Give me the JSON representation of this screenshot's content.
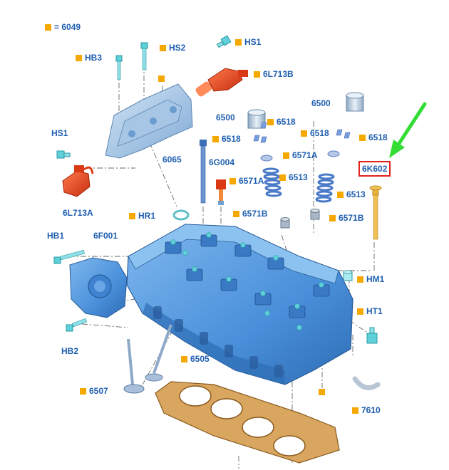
{
  "legend": {
    "text": "= 6049"
  },
  "callouts": {
    "hb3": "HB3",
    "hs2": "HS2",
    "hs1_top": "HS1",
    "l713b": "6L713B",
    "hs1_left": "HS1",
    "l713a": "6L713A",
    "c6500_left": "6500",
    "c6518_a": "6518",
    "c6518_b": "6518",
    "c6500_right": "6500",
    "c6518_c": "6518",
    "c6518_d": "6518",
    "c6571a_right": "6571A",
    "c6065": "6065",
    "g004": "6G004",
    "c6571a_left": "6571A",
    "c6513_left": "6513",
    "k602": "6K602",
    "c6513_right": "6513",
    "hr1": "HR1",
    "c6571b_left": "6571B",
    "c6571b_right": "6571B",
    "hb1": "HB1",
    "f001": "6F001",
    "hm1": "HM1",
    "ht1": "HT1",
    "hb2": "HB2",
    "c6505": "6505",
    "c6507": "6507",
    "c7610": "7610"
  },
  "colors": {
    "label_blue": "#1f5fb0",
    "callout_orange": "#f5a800",
    "head_blue": "#5a9fe0",
    "head_dark": "#2e6db5",
    "sensor_red": "#e0401e",
    "bolt_cyan": "#5fd0d8",
    "gasket_orange": "#c98a3a",
    "highlight_red": "#e0231d",
    "arrow_green": "#33dd33",
    "spring_blue": "#6f9cd6",
    "bolt_gold": "#e8b33a"
  },
  "icons": {
    "pointer": "green-arrow-icon"
  }
}
